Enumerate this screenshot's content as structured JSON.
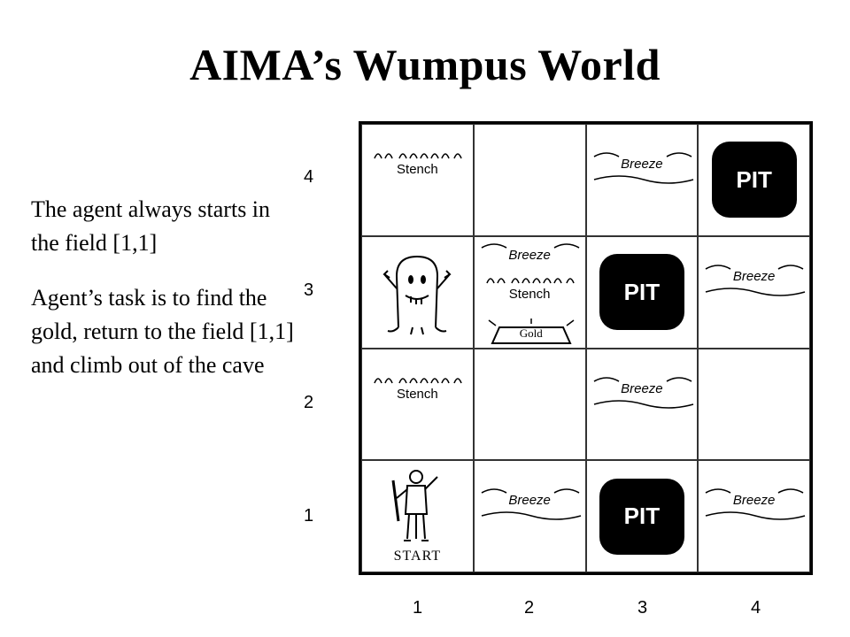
{
  "title": "AIMA’s Wumpus World",
  "bullets": [
    "The agent always starts in the field [1,1]",
    "Agent’s task is to find the gold, return to the field [1,1] and climb out of the cave"
  ],
  "grid": {
    "row_labels": [
      "4",
      "3",
      "2",
      "1"
    ],
    "col_labels": [
      "1",
      "2",
      "3",
      "4"
    ],
    "pit_label": "PIT",
    "breeze_label": "Breeze",
    "stench_label": "Stench",
    "gold_label": "Gold",
    "start_label": "START"
  }
}
